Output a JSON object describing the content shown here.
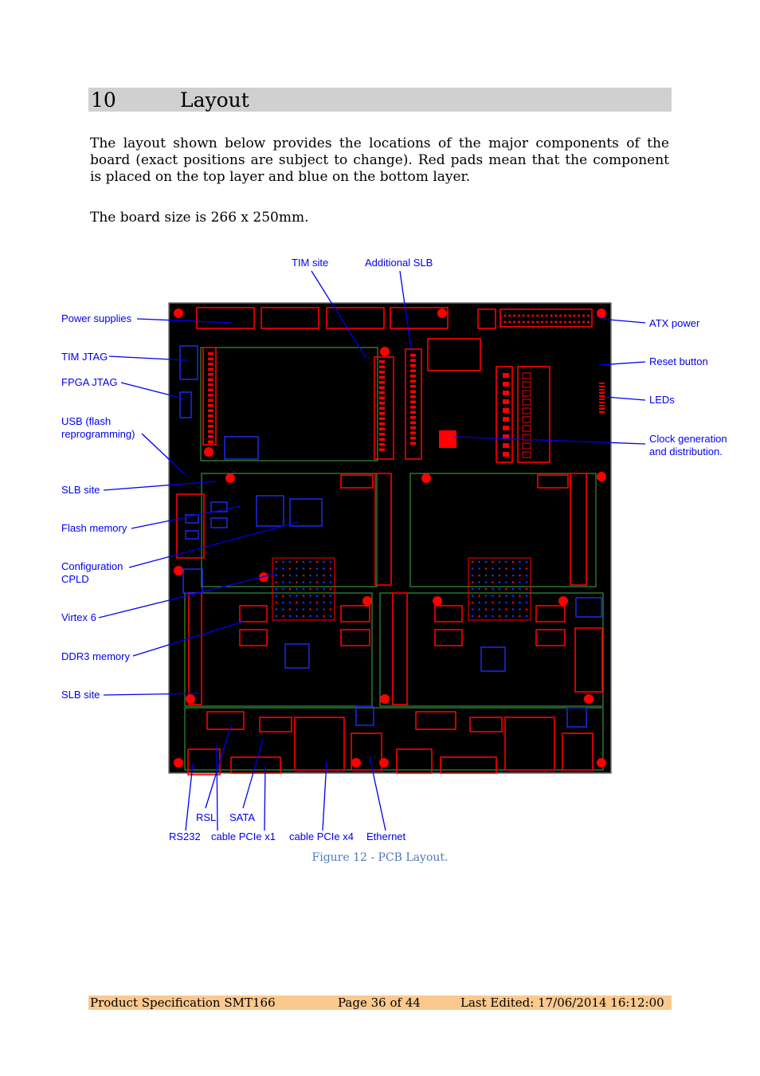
{
  "heading": {
    "number": "10",
    "title": "Layout"
  },
  "paragraphs": [
    "The layout shown below provides the locations of the major components of the board (exact positions are subject to change). Red pads mean that the component is placed on the top layer and blue on the bottom layer.",
    "The board size is 266 x 250mm."
  ],
  "figure": {
    "caption": "Figure 12 - PCB Layout.",
    "colors": {
      "board": "#000000",
      "pad_top": "#ff0000",
      "pad_bottom": "#1d2dff",
      "outline": "#3cb043",
      "label": "#0000ee"
    },
    "labels": {
      "tim_site": "TIM site",
      "additional_slb": "Additional SLB",
      "power_supplies": "Power supplies",
      "tim_jtag": "TIM JTAG",
      "fpga_jtag": "FPGA JTAG",
      "usb_line1": "USB (flash",
      "usb_line2": "reprogramming)",
      "slb_site_top": "SLB site",
      "flash_memory": "Flash memory",
      "config_line1": "Configuration",
      "config_line2": "CPLD",
      "virtex6": "Virtex 6",
      "ddr3": "DDR3 memory",
      "slb_site_bottom": "SLB site",
      "atx_power": "ATX power",
      "reset_button": "Reset button",
      "leds": "LEDs",
      "clock_line1": "Clock generation",
      "clock_line2": "and distribution.",
      "rsl": "RSL",
      "sata": "SATA",
      "rs232": "RS232",
      "cable_pcie_x1": "cable PCIe x1",
      "cable_pcie_x4": "cable PCIe x4",
      "ethernet": "Ethernet"
    }
  },
  "footer": {
    "left": "Product Specification SMT166",
    "center": "Page 36 of 44",
    "right": "Last Edited: 17/06/2014 16:12:00"
  }
}
